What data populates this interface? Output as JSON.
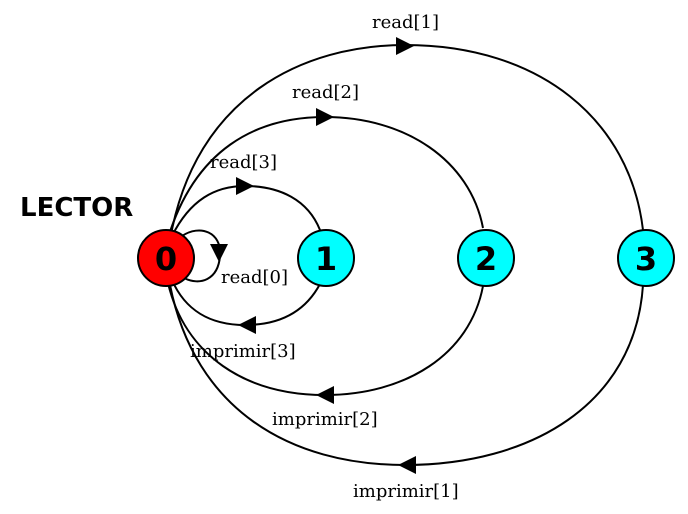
{
  "diagram": {
    "title": "LECTOR",
    "states": [
      {
        "id": "0",
        "label": "0",
        "color": "#ff0000"
      },
      {
        "id": "1",
        "label": "1",
        "color": "#00ffff"
      },
      {
        "id": "2",
        "label": "2",
        "color": "#00ffff"
      },
      {
        "id": "3",
        "label": "3",
        "color": "#00ffff"
      }
    ],
    "transitions": [
      {
        "from": "0",
        "to": "0",
        "label": "read[0]"
      },
      {
        "from": "0",
        "to": "1",
        "label": "read[3]"
      },
      {
        "from": "1",
        "to": "0",
        "label": "imprimir[3]"
      },
      {
        "from": "0",
        "to": "2",
        "label": "read[2]"
      },
      {
        "from": "2",
        "to": "0",
        "label": "imprimir[2]"
      },
      {
        "from": "0",
        "to": "3",
        "label": "read[1]"
      },
      {
        "from": "3",
        "to": "0",
        "label": "imprimir[1]"
      }
    ]
  }
}
